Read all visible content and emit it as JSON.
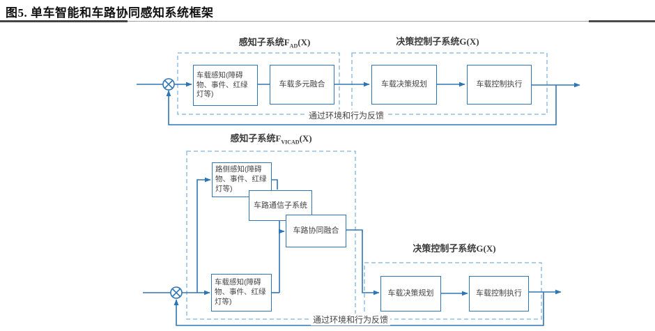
{
  "figure": {
    "title": "图5. 单车智能和车路协同感知系统框架"
  },
  "colors": {
    "line_blue": "#2e75b6",
    "dashed_frame_blue": "#93bfe6",
    "box_text_gray": "#444444",
    "label_gray": "#3b3b3b",
    "rule_dark": "#454545",
    "rule_light": "#a3a3a3"
  },
  "top_diagram": {
    "perception_label": {
      "text": "感知子系统",
      "symbol": "F",
      "sub": "AD",
      "suffix": "(X)"
    },
    "decision_label": {
      "text": "决策控制子系统",
      "symbol": "G",
      "sub": "",
      "suffix": "(X)"
    },
    "vehicle_perception_box": "车载感知(障碍物、事件、红绿灯等)",
    "vehicle_fusion_box": "车载多元融合",
    "decision_planning_box": "车载决策规划",
    "control_execution_box": "车载控制执行",
    "feedback_label": "通过环境和行为反馈"
  },
  "bottom_diagram": {
    "perception_label": {
      "text": "感知子系统",
      "symbol": "F",
      "sub": "VICAD",
      "suffix": "(X)"
    },
    "decision_label": {
      "text": "决策控制子系统",
      "symbol": "G",
      "sub": "",
      "suffix": "(X)"
    },
    "roadside_perception_box": "路侧感知(障碍物、事件、红绿灯等)",
    "v2x_communication_box": "车路通信子系统",
    "v2x_fusion_box": "车路协同融合",
    "vehicle_perception_box": "车载感知(障碍物、事件、红绿灯等)",
    "decision_planning_box": "车载决策规划",
    "control_execution_box": "车载控制执行",
    "feedback_label": "通过环境和行为反馈"
  }
}
